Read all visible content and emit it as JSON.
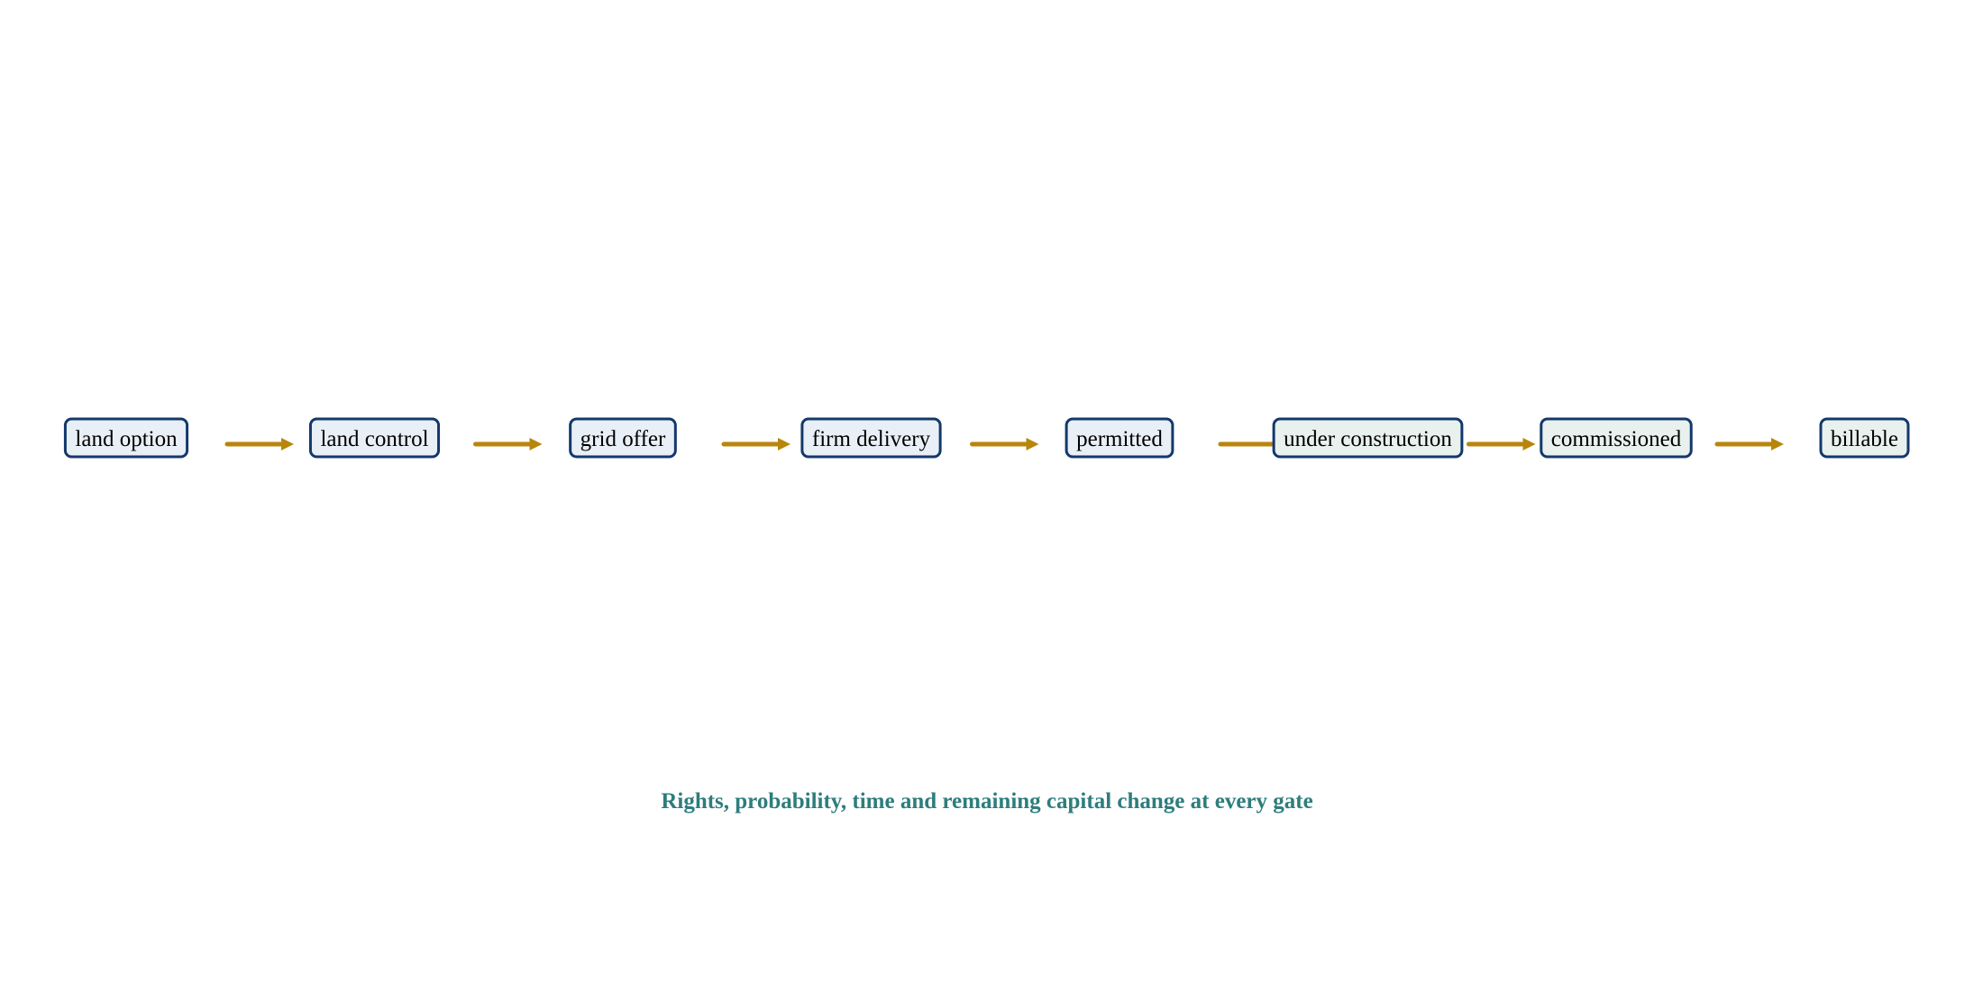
{
  "diagram": {
    "type": "linear-flow",
    "stages": [
      {
        "id": "land-option",
        "label": "land option"
      },
      {
        "id": "land-control",
        "label": "land control"
      },
      {
        "id": "grid-offer",
        "label": "grid offer"
      },
      {
        "id": "firm-delivery",
        "label": "firm delivery"
      },
      {
        "id": "permitted",
        "label": "permitted"
      },
      {
        "id": "under-construction",
        "label": "under construction"
      },
      {
        "id": "commissioned",
        "label": "commissioned"
      },
      {
        "id": "billable",
        "label": "billable"
      }
    ],
    "edges": [
      {
        "from": "land-option",
        "to": "land-control"
      },
      {
        "from": "land-control",
        "to": "grid-offer"
      },
      {
        "from": "grid-offer",
        "to": "firm-delivery"
      },
      {
        "from": "firm-delivery",
        "to": "permitted"
      },
      {
        "from": "permitted",
        "to": "under-construction"
      },
      {
        "from": "under-construction",
        "to": "commissioned"
      },
      {
        "from": "commissioned",
        "to": "billable"
      }
    ],
    "caption": "Rights, probability, time and remaining capital change at every gate"
  },
  "colors": {
    "box_border": "#13386b",
    "box_fill": "#e9eff6",
    "box_fill_late": "#e8f1ee",
    "arrow": "#b8860b",
    "caption": "#2e7d7d"
  }
}
